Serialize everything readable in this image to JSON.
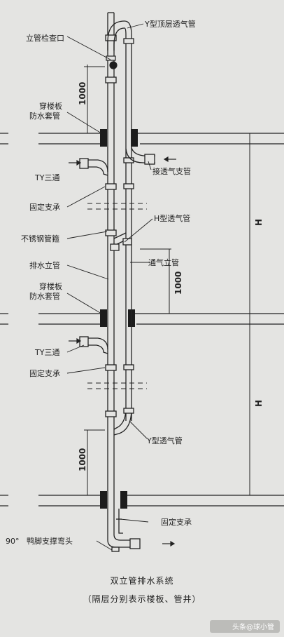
{
  "labels": {
    "y_top_vent": "Y型顶层透气管",
    "riser_cleanout": "立管检查口",
    "sleeve_1": "穿楼板",
    "sleeve_1b": "防水套管",
    "ty_tee_1": "TY三通",
    "vent_branch": "接透气支管",
    "fixed_support_1": "固定支承",
    "h_vent": "H型透气管",
    "ss_clamp": "不锈钢管箍",
    "drain_riser": "排水立管",
    "vent_riser": "通气立管",
    "sleeve_2": "穿楼板",
    "sleeve_2b": "防水套管",
    "ty_tee_2": "TY三通",
    "fixed_support_2": "固定支承",
    "y_vent": "Y型透气管",
    "fixed_support_3": "固定支承",
    "angle": "90°",
    "duckfoot": "鸭脚支撑弯头"
  },
  "dims": {
    "d1000_a": "1000",
    "d1000_b": "1000",
    "d1000_c": "1000",
    "h_top": "H",
    "h_bottom": "H"
  },
  "caption": {
    "line1": "双立管排水系统",
    "line2": "（隔层分别表示楼板、管井）"
  },
  "watermark": "头条@球小管",
  "colors": {
    "line": "#222222",
    "paper": "#e4e4e2",
    "slab": "#1c1c1c"
  }
}
